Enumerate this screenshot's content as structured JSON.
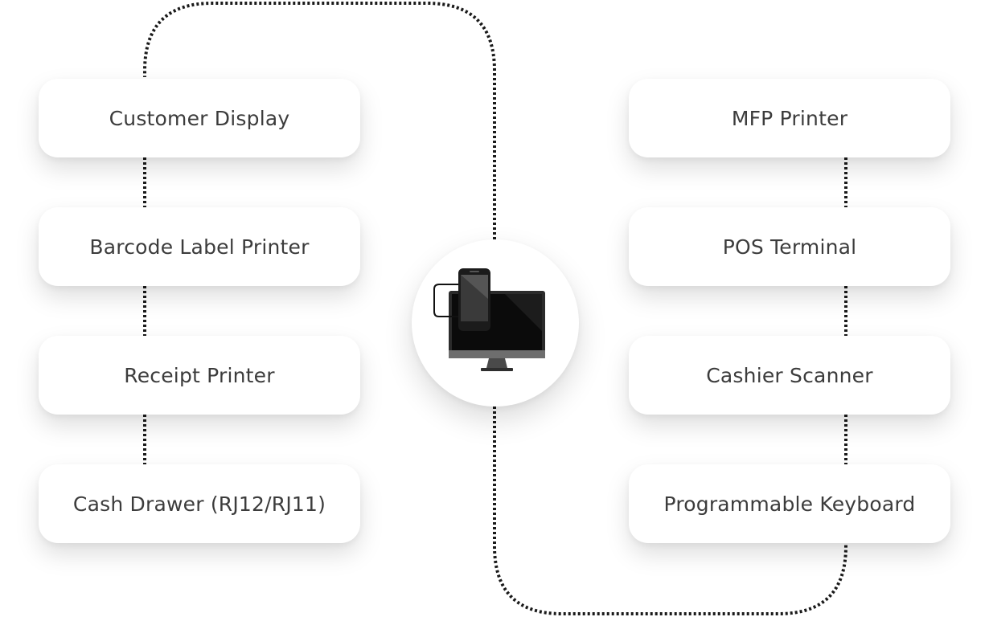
{
  "left_devices": [
    {
      "label": "Customer Display"
    },
    {
      "label": "Barcode Label Printer"
    },
    {
      "label": "Receipt Printer"
    },
    {
      "label": "Cash Drawer (RJ12/RJ11)"
    }
  ],
  "right_devices": [
    {
      "label": "MFP Printer"
    },
    {
      "label": "POS Terminal"
    },
    {
      "label": "Cashier Scanner"
    },
    {
      "label": "Programmable Keyboard"
    }
  ],
  "hub": {
    "icon": "computer-with-phone-icon"
  },
  "colors": {
    "text": "#3c3c3c",
    "connector": "#1a1a1a",
    "card_bg": "#ffffff"
  }
}
